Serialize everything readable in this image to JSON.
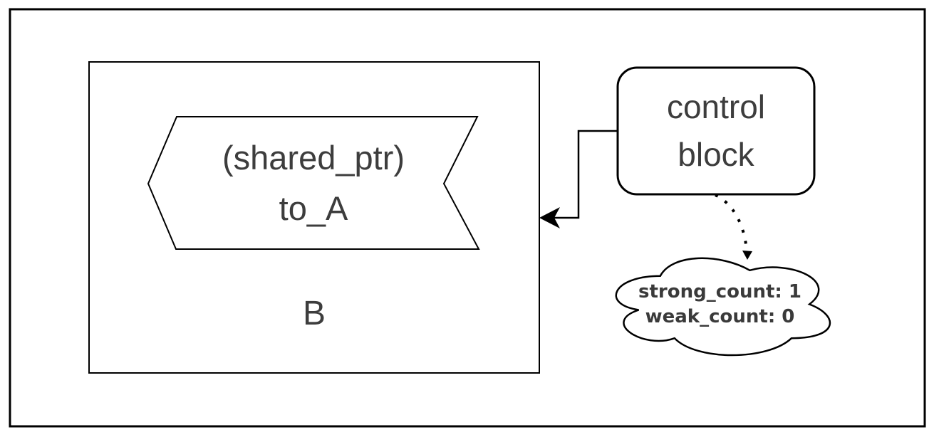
{
  "diagram": {
    "object_b": {
      "label": "B"
    },
    "shared_ptr_member": {
      "line1": "(shared_ptr)",
      "line2": "to_A"
    },
    "control_block": {
      "line1": "control",
      "line2": "block"
    },
    "counts_cloud": {
      "line1": "strong_count: 1",
      "line2": "weak_count: 0"
    }
  },
  "colors": {
    "stroke": "#000000",
    "shape_fill": "#ffffff",
    "text": "#3d3d3d"
  }
}
